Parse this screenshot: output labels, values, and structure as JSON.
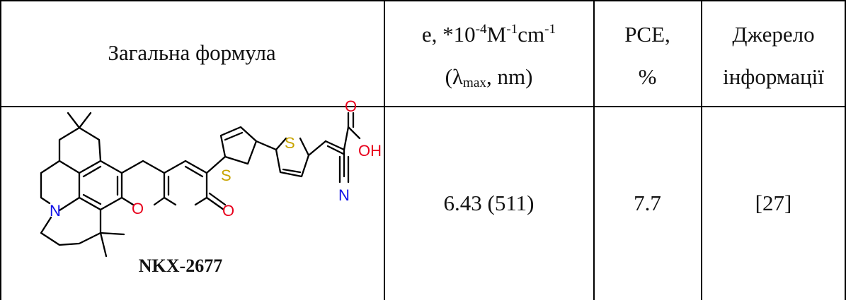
{
  "header": {
    "col1": "Загальна формула",
    "col2_line1_prefix": "e, *10",
    "col2_exp1": "-4",
    "col2_unit_m": "M",
    "col2_exp2": "-1",
    "col2_unit_cm": "cm",
    "col2_exp3": "-1",
    "col2_line2_open": "(λ",
    "col2_sub": "max",
    "col2_line2_close": ", nm)",
    "col3_line1": "PCE,",
    "col3_line2": "%",
    "col4_line1": "Джерело",
    "col4_line2": "інформації"
  },
  "row": {
    "compound_name": "NKX-2677",
    "epsilon": "6.43 (511)",
    "pce": "7.7",
    "reference": "[27]"
  },
  "molecule_labels": {
    "n_atom": "N",
    "o_ring": "O",
    "o_carbonyl": "O",
    "s1": "S",
    "s2": "S",
    "o_acid": "O",
    "oh": "OH",
    "n_nitrile": "N"
  },
  "colors": {
    "oxygen": "#e8001c",
    "sulfur": "#c8a400",
    "nitrogen": "#1010e8"
  }
}
